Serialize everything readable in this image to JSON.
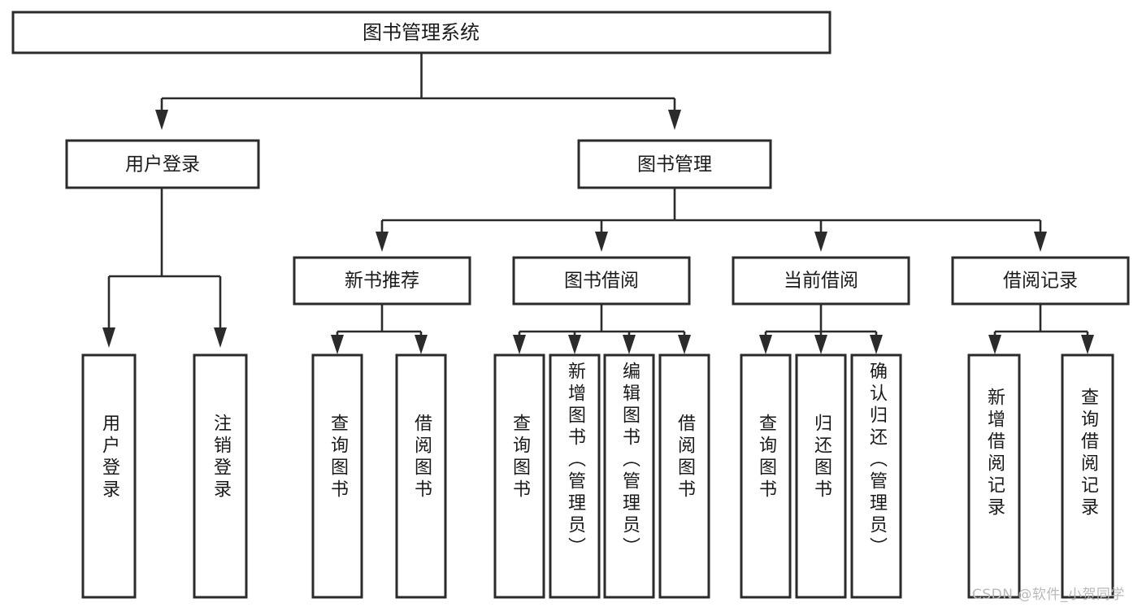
{
  "diagram": {
    "type": "tree-hierarchy",
    "title": "图书管理系统",
    "watermark": "CSDN @软件_小贺同学",
    "colors": {
      "background": "#ffffff",
      "stroke": "#2b2b2b",
      "text": "#1a1a1a",
      "watermark": "#b9b9b9"
    },
    "levels": {
      "root": {
        "label": "图书管理系统"
      },
      "level2": [
        {
          "label": "用户登录"
        },
        {
          "label": "图书管理"
        }
      ],
      "level3": [
        {
          "label": "新书推荐"
        },
        {
          "label": "图书借阅"
        },
        {
          "label": "当前借阅"
        },
        {
          "label": "借阅记录"
        }
      ],
      "leaves": [
        {
          "label": "用户登录",
          "parent": "用户登录"
        },
        {
          "label": "注销登录",
          "parent": "用户登录"
        },
        {
          "label": "查询图书",
          "parent": "新书推荐"
        },
        {
          "label": "借阅图书",
          "parent": "新书推荐"
        },
        {
          "label": "查询图书",
          "parent": "图书借阅"
        },
        {
          "label": "新增图书（管理员）",
          "parent": "图书借阅"
        },
        {
          "label": "编辑图书（管理员）",
          "parent": "图书借阅"
        },
        {
          "label": "借阅图书",
          "parent": "图书借阅"
        },
        {
          "label": "查询图书",
          "parent": "当前借阅"
        },
        {
          "label": "归还图书",
          "parent": "当前借阅"
        },
        {
          "label": "确认归还（管理员）",
          "parent": "当前借阅"
        },
        {
          "label": "新增借阅记录",
          "parent": "借阅记录"
        },
        {
          "label": "查询借阅记录",
          "parent": "借阅记录"
        }
      ]
    }
  }
}
